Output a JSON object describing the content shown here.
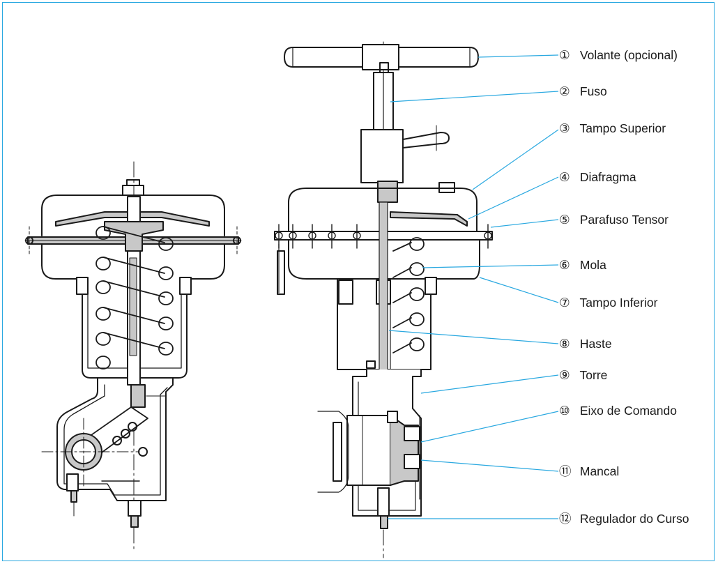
{
  "colors": {
    "frame": "#29a8e0",
    "leader": "#29a8e0",
    "ink": "#1a1a1a",
    "section": "#c8c8c8",
    "body": "#ffffff"
  },
  "callouts": [
    {
      "num": "①",
      "text": "Volante (opcional)"
    },
    {
      "num": "②",
      "text": "Fuso"
    },
    {
      "num": "③",
      "text": "Tampo Superior"
    },
    {
      "num": "④",
      "text": "Diafragma"
    },
    {
      "num": "⑤",
      "text": "Parafuso Tensor"
    },
    {
      "num": "⑥",
      "text": "Mola"
    },
    {
      "num": "⑦",
      "text": "Tampo Inferior"
    },
    {
      "num": "⑧",
      "text": "Haste"
    },
    {
      "num": "⑨",
      "text": "Torre"
    },
    {
      "num": "⑩",
      "text": "Eixo de Comando"
    },
    {
      "num": "⑪",
      "text": "Mancal"
    },
    {
      "num": "⑫",
      "text": "Regulador do Curso"
    }
  ]
}
